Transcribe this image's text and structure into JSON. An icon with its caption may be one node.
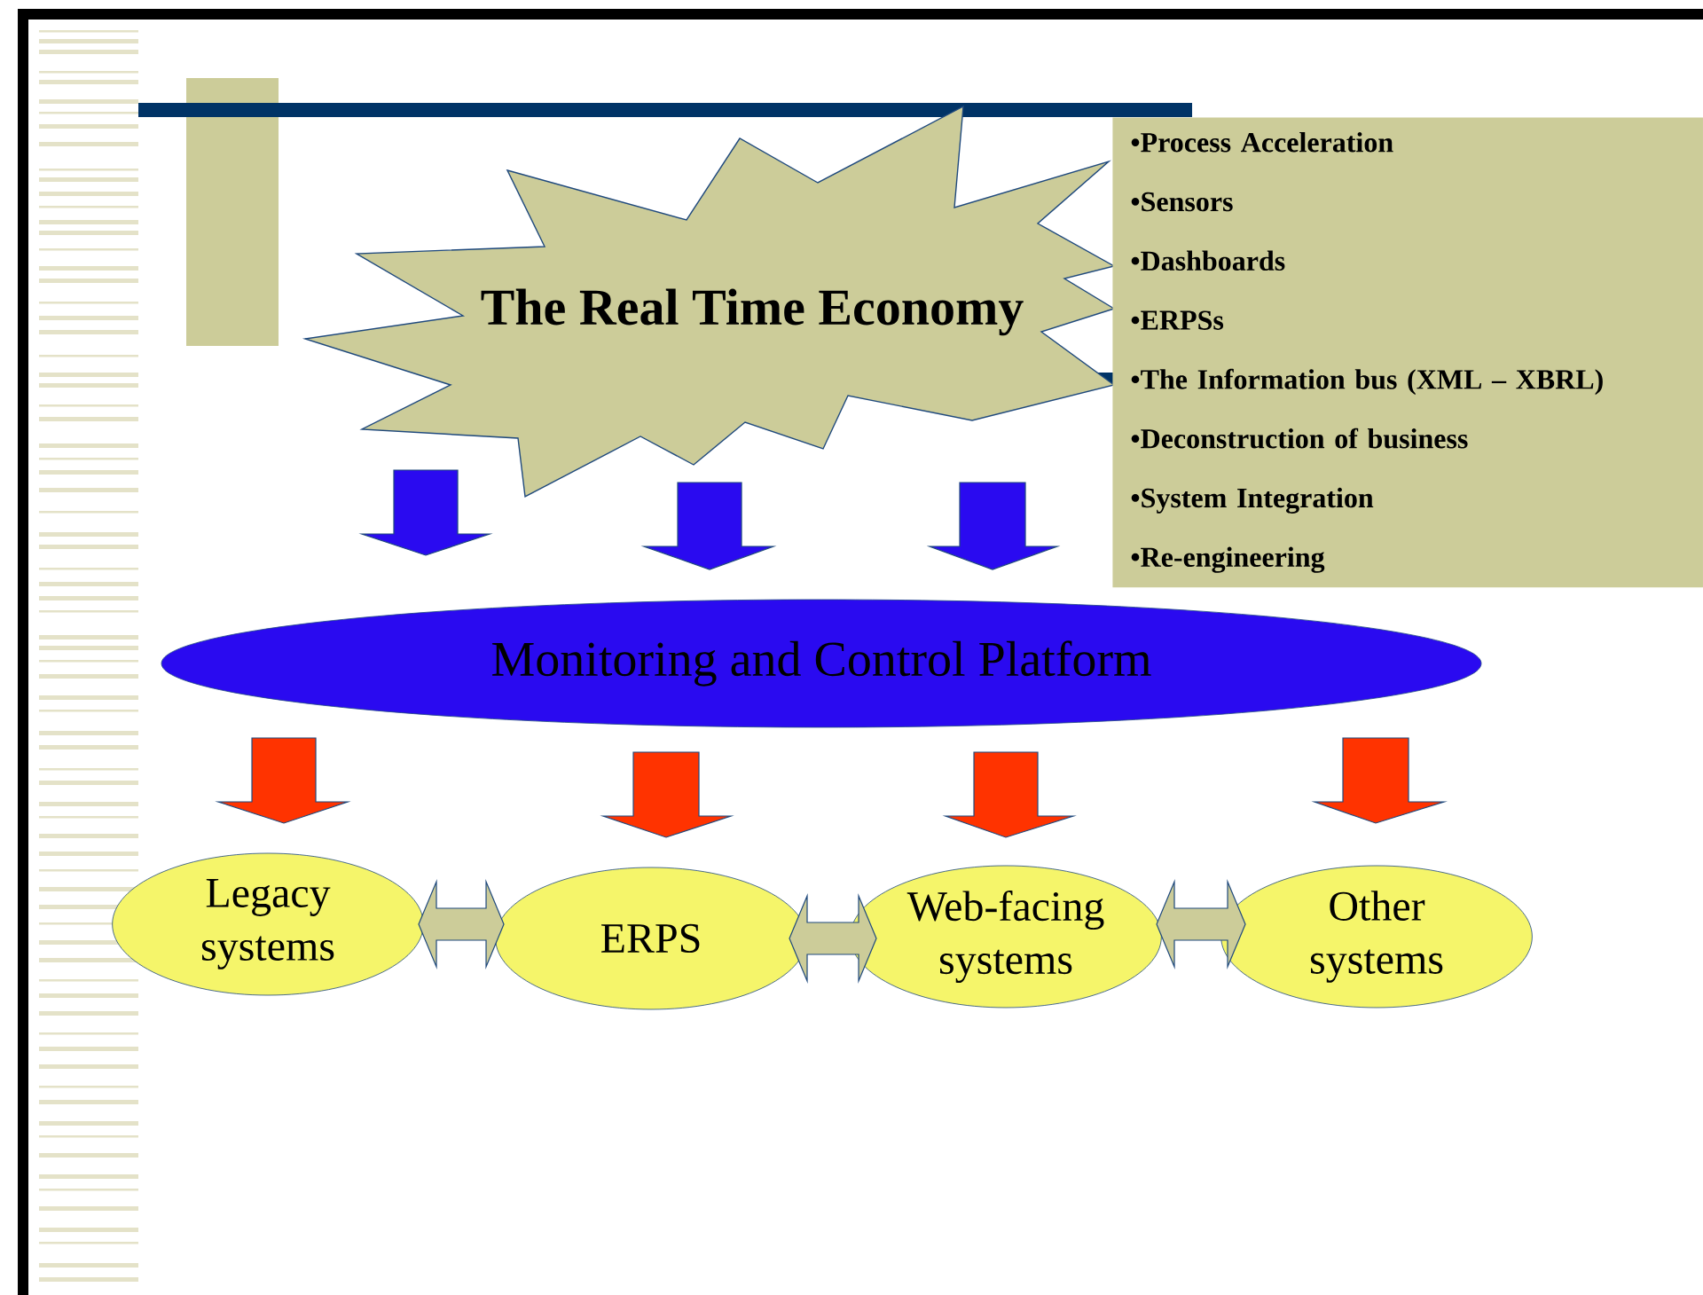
{
  "diagram": {
    "nodes": [
      {
        "text": [
          "The Real Time Economy"
        ]
      },
      {
        "text": [
          "•Process Acceleration",
          "•Sensors",
          "•Dashboards",
          "•ERPSs",
          "•The Information bus (XML – XBRL)",
          "•Deconstruction of business",
          "•System Integration",
          "•Re-engineering"
        ]
      },
      {
        "text": [
          "Monitoring and Control Platform"
        ]
      },
      {
        "text": [
          "Legacy systems"
        ]
      },
      {
        "text": [
          "ERPS"
        ]
      },
      {
        "text": [
          "Web-facing systems"
        ]
      },
      {
        "text": [
          "Other systems"
        ]
      }
    ],
    "edges": [
      {
        "from": 0,
        "to": 2,
        "arrow": "to",
        "color": "#2a0af0"
      },
      {
        "from": 0,
        "to": 2,
        "arrow": "to",
        "color": "#2a0af0"
      },
      {
        "from": 0,
        "to": 2,
        "arrow": "to",
        "color": "#2a0af0"
      },
      {
        "from": 2,
        "to": 3,
        "arrow": "to",
        "color": "#ff3300"
      },
      {
        "from": 2,
        "to": 4,
        "arrow": "to",
        "color": "#ff3300"
      },
      {
        "from": 2,
        "to": 5,
        "arrow": "to",
        "color": "#ff3300"
      },
      {
        "from": 2,
        "to": 6,
        "arrow": "to",
        "color": "#ff3300"
      },
      {
        "from": 3,
        "to": 4,
        "arrow": "both",
        "color": "#cccc99"
      },
      {
        "from": 4,
        "to": 5,
        "arrow": "both",
        "color": "#cccc99"
      },
      {
        "from": 5,
        "to": 6,
        "arrow": "both",
        "color": "#cccc99"
      }
    ]
  }
}
